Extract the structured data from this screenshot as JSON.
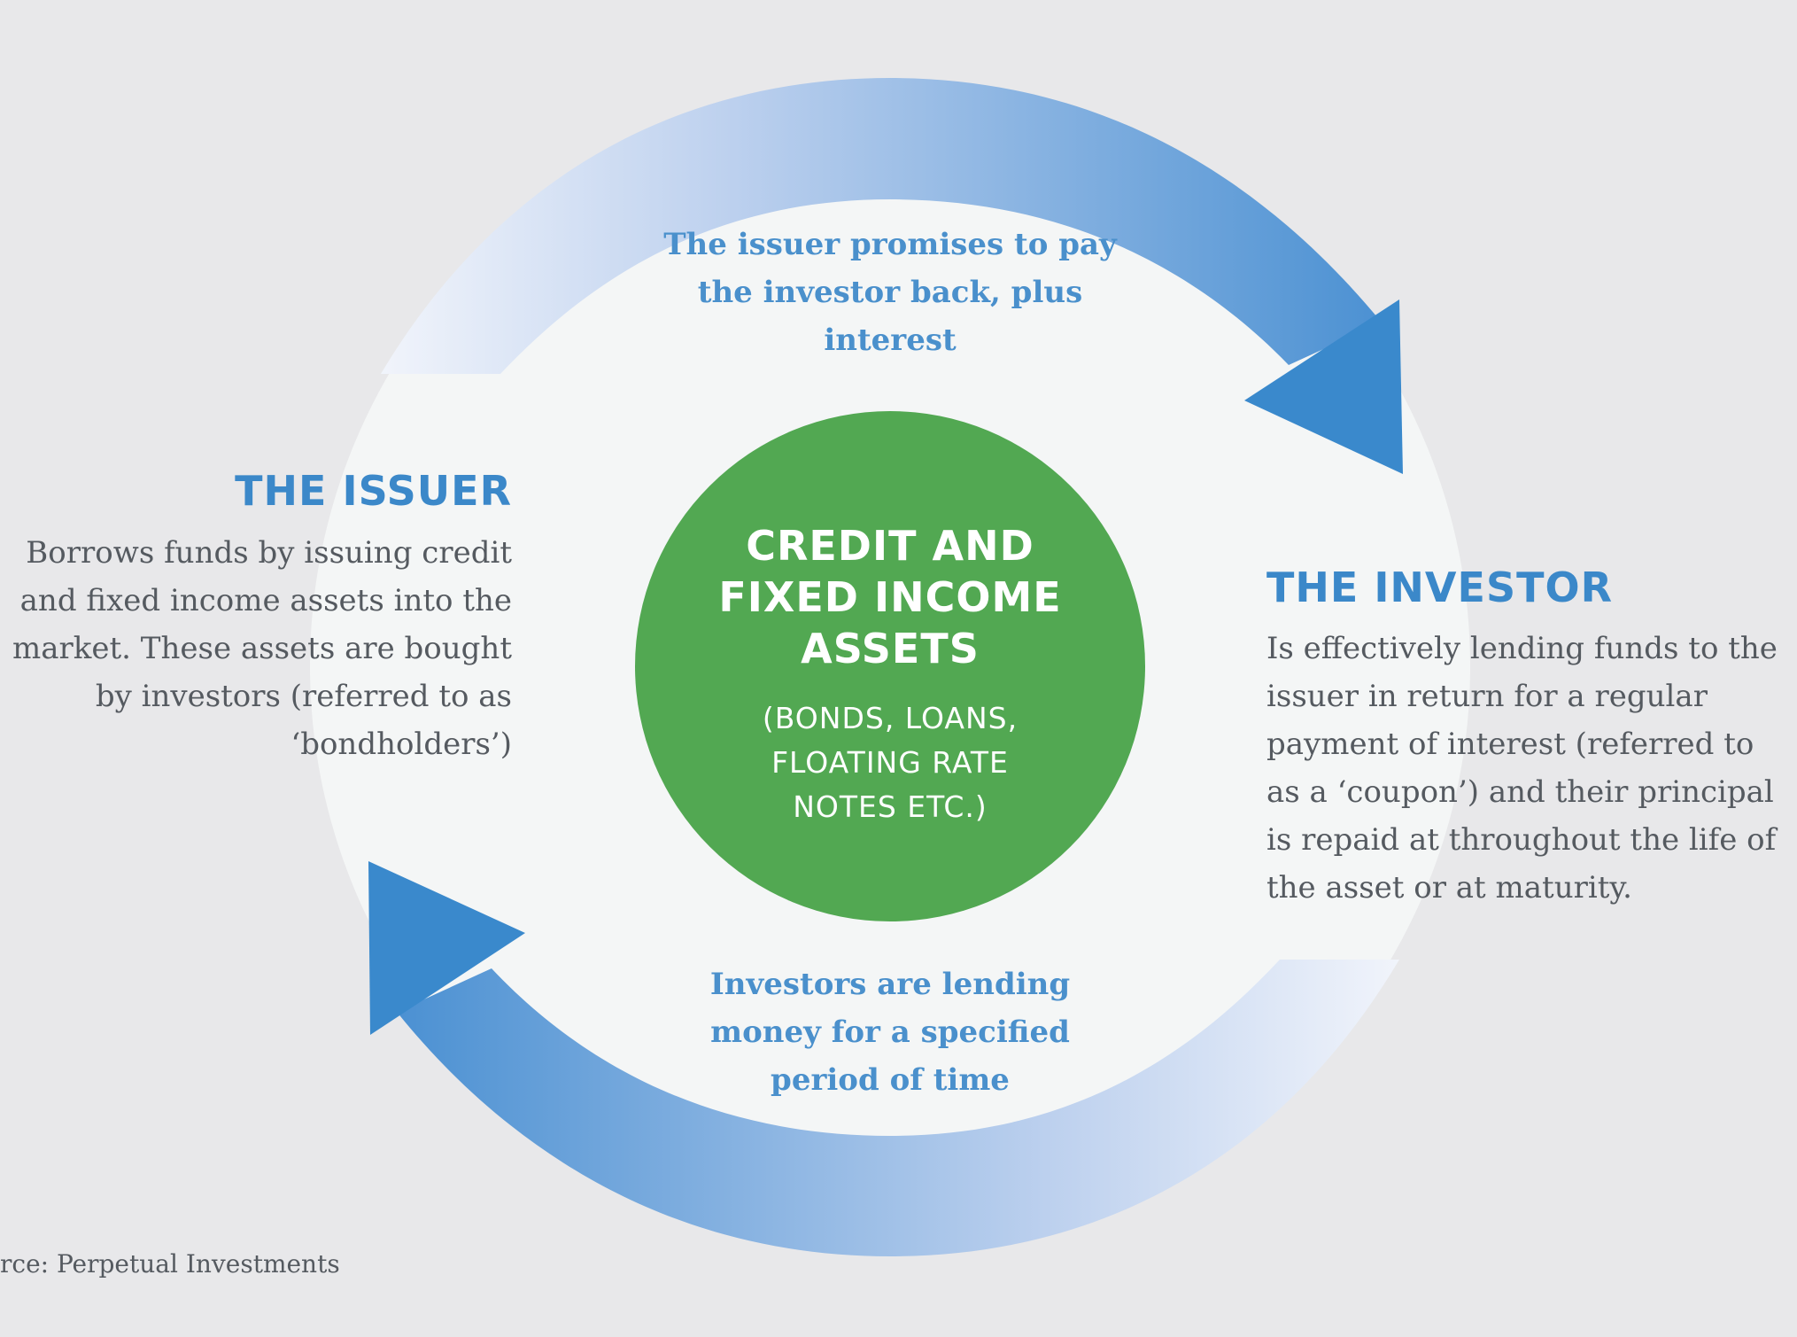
{
  "center": {
    "title": "CREDIT AND FIXED INCOME ASSETS",
    "subtitle": "(BONDS, LOANS, FLOATING RATE NOTES ETC.)"
  },
  "top_arrow_label": "The issuer promises to pay the investor back, plus interest",
  "bottom_arrow_label": "Investors are lending money for a specified period of time",
  "issuer": {
    "heading": "THE ISSUER",
    "description": "Borrows funds by issuing credit and fixed income assets into the market. These assets are bought by investors (referred to as ‘bondholders’)"
  },
  "investor": {
    "heading": "THE INVESTOR",
    "description": "Is effectively lending funds to the issuer in return for a regular payment of interest (referred to as a ‘coupon’) and their principal is repaid at throughout the life of the asset or at maturity."
  },
  "source": "rce: Perpetual Investments",
  "colors": {
    "background": "#e8e8ea",
    "outer_circle": "#f4f6f6",
    "center_circle": "#52a852",
    "arrow_dark": "#3a89cc",
    "arrow_light": "#f1f4fb",
    "heading": "#3b88c9",
    "body_text": "#555a60"
  }
}
